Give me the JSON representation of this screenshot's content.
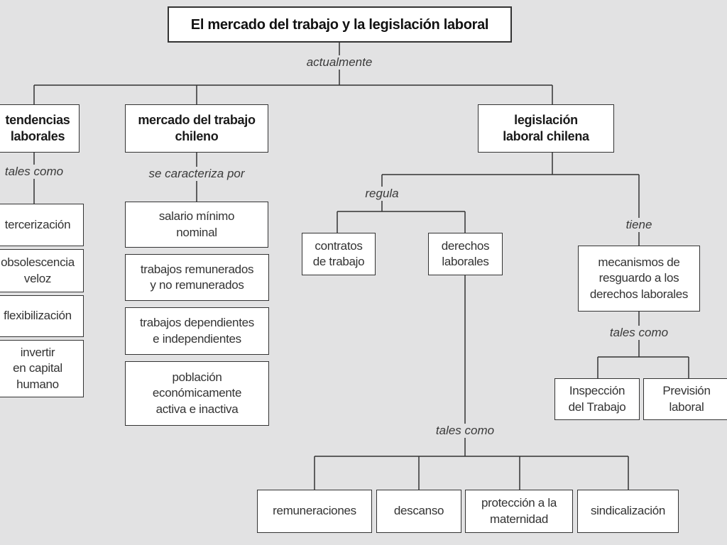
{
  "title": "El mercado del trabajo y la legislación laboral",
  "labels": {
    "actualmente": "actualmente",
    "tales_como_1": "tales como",
    "se_caracteriza": "se caracteriza por",
    "regula": "regula",
    "tiene": "tiene",
    "tales_como_2": "tales como",
    "tales_como_3": "tales como"
  },
  "tendencias": {
    "heading": "tendencias\nlaborales",
    "items": [
      "tercerización",
      "obsolescencia\nveloz",
      "flexibilización",
      "invertir\nen capital\nhumano"
    ]
  },
  "mercado": {
    "heading": "mercado del trabajo\nchileno",
    "items": [
      "salario mínimo\nnominal",
      "trabajos remunerados\ny no remunerados",
      "trabajos dependientes\ne independientes",
      "población\neconómicamente\nactiva e inactiva"
    ]
  },
  "legislacion": {
    "heading": "legislación\nlaboral chilena",
    "contratos": "contratos\nde trabajo",
    "derechos": "derechos\nlaborales",
    "mecanismos": "mecanismos de\nresguardo a los\nderechos laborales",
    "inspeccion": "Inspección\ndel Trabajo",
    "prevision": "Previsión\nlaboral",
    "derechos_items": [
      "remuneraciones",
      "descanso",
      "protección a la\nmaternidad",
      "sindicalización"
    ]
  }
}
